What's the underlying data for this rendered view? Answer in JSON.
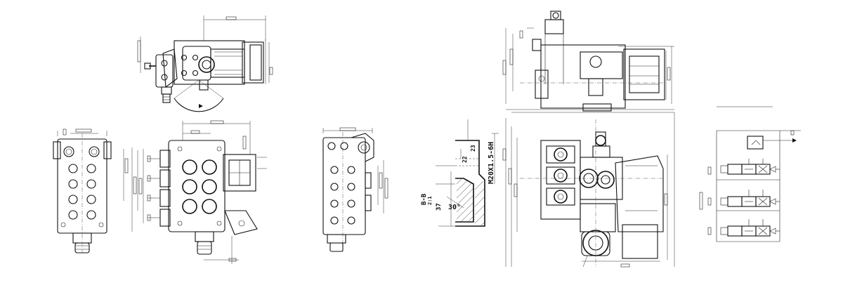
{
  "section_label": "B-B",
  "section_scale": "2:1",
  "thread_label": "M20X1.5-6H",
  "dims": {
    "d1": "23",
    "d2": "22",
    "d3": "37",
    "chamfer_angle": "30°"
  },
  "colors": {
    "background": "#ffffff",
    "line": "#111111"
  }
}
